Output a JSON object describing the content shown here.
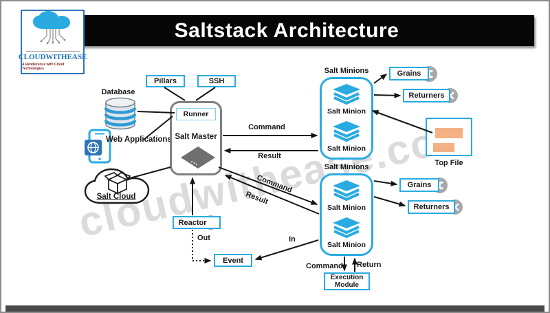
{
  "header": {
    "title": "Saltstack Architecture"
  },
  "logo": {
    "name": "CLOUDWITHEASE",
    "tagline": "A Rendezvous with Cloud Technologies"
  },
  "watermark": "cloudwithease.com",
  "left": {
    "database": "Database",
    "web_applications": "Web Applications",
    "salt_cloud": "Salt Cloud"
  },
  "master": {
    "pillars": "Pillars",
    "ssh": "SSH",
    "runner": "Runner",
    "label": "Salt Master",
    "reactor": "Reactor",
    "event": "Event"
  },
  "minions_top": {
    "label": "Salt Minions",
    "minions": [
      "Salt Minion",
      "Salt Minion"
    ],
    "grains": "Grains",
    "returners": "Returners",
    "top_file": "Top File"
  },
  "minions_bottom": {
    "label": "Salt Minions",
    "minions": [
      "Salt Minion",
      "Salt Minion"
    ],
    "grains": "Grains",
    "returners": "Returners",
    "execution_module": "Execution Module"
  },
  "edges": {
    "command_top": "Command",
    "result_top": "Result",
    "command_diag": "Command",
    "result_diag": "Result",
    "out": "Out",
    "in": "In",
    "command_bottom": "Command",
    "return": "Return"
  },
  "colors": {
    "accent_blue": "#29abe2",
    "master_gray": "#7f7f7f",
    "orange": "#f4b183",
    "banner_bg": "#000000",
    "line": "#151515"
  }
}
